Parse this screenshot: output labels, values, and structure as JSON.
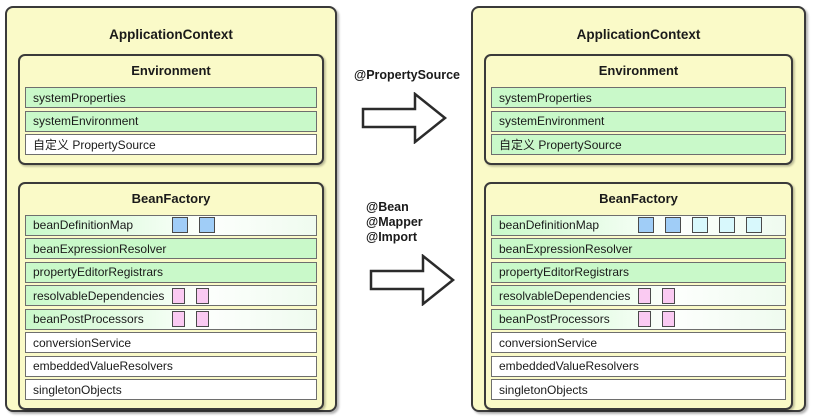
{
  "panels": {
    "left": {
      "title": "ApplicationContext",
      "environment": {
        "title": "Environment",
        "rows": [
          {
            "label": "systemProperties",
            "style": "green",
            "squares": []
          },
          {
            "label": "systemEnvironment",
            "style": "green",
            "squares": []
          },
          {
            "label": "自定义 PropertySource",
            "style": "white",
            "squares": []
          }
        ]
      },
      "bean_factory": {
        "title": "BeanFactory",
        "rows": [
          {
            "label": "beanDefinitionMap",
            "style": "fade",
            "squares": [
              "blue",
              "blue"
            ]
          },
          {
            "label": "beanExpressionResolver",
            "style": "green",
            "squares": []
          },
          {
            "label": "propertyEditorRegistrars",
            "style": "green",
            "squares": []
          },
          {
            "label": "resolvableDependencies",
            "style": "fade",
            "squares": [
              "pink",
              "pink"
            ]
          },
          {
            "label": "beanPostProcessors",
            "style": "fade",
            "squares": [
              "pink",
              "pink"
            ]
          },
          {
            "label": "conversionService",
            "style": "white",
            "squares": []
          },
          {
            "label": "embeddedValueResolvers",
            "style": "white",
            "squares": []
          },
          {
            "label": "singletonObjects",
            "style": "white",
            "squares": []
          }
        ]
      }
    },
    "right": {
      "title": "ApplicationContext",
      "environment": {
        "title": "Environment",
        "rows": [
          {
            "label": "systemProperties",
            "style": "green",
            "squares": []
          },
          {
            "label": "systemEnvironment",
            "style": "green",
            "squares": []
          },
          {
            "label": "自定义 PropertySource",
            "style": "green",
            "squares": []
          }
        ]
      },
      "bean_factory": {
        "title": "BeanFactory",
        "rows": [
          {
            "label": "beanDefinitionMap",
            "style": "fade",
            "squares": [
              "blue",
              "blue",
              "cyan",
              "cyan",
              "cyan"
            ]
          },
          {
            "label": "beanExpressionResolver",
            "style": "green",
            "squares": []
          },
          {
            "label": "propertyEditorRegistrars",
            "style": "green",
            "squares": []
          },
          {
            "label": "resolvableDependencies",
            "style": "fade",
            "squares": [
              "pink",
              "pink"
            ]
          },
          {
            "label": "beanPostProcessors",
            "style": "fade",
            "squares": [
              "pink",
              "pink"
            ]
          },
          {
            "label": "conversionService",
            "style": "white",
            "squares": []
          },
          {
            "label": "embeddedValueResolvers",
            "style": "white",
            "squares": []
          },
          {
            "label": "singletonObjects",
            "style": "white",
            "squares": []
          }
        ]
      }
    }
  },
  "annotations": {
    "property_source_label": "@PropertySource",
    "bean_labels": [
      "@Bean",
      "@Mapper",
      "@Import"
    ]
  },
  "colors": {
    "panel_bg": "#FAFAC8",
    "row_green": "#C9F9C9",
    "square_blue": "#A0CDF7",
    "square_cyan": "#D8F8FC",
    "square_pink": "#FACAF2",
    "border_dark": "#3a3a3a"
  }
}
